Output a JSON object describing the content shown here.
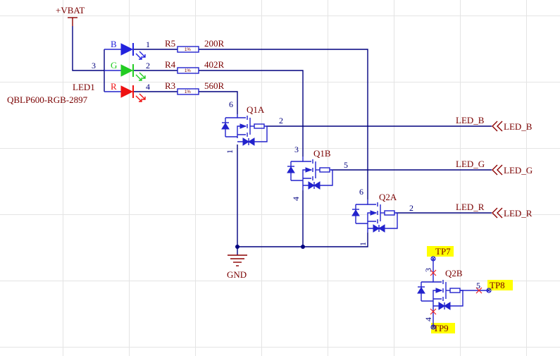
{
  "power": {
    "vbat": "+VBAT",
    "gnd": "GND"
  },
  "led": {
    "designator": "LED1",
    "part": "QBLP600-RGB-2897",
    "common_pin": "3",
    "channels": [
      {
        "letter": "B",
        "pin": "1",
        "color": "#2222dd"
      },
      {
        "letter": "G",
        "pin": "2",
        "color": "#22cc22"
      },
      {
        "letter": "R",
        "pin": "4",
        "color": "#ee1111"
      }
    ]
  },
  "resistors": [
    {
      "ref": "R5",
      "value": "200R",
      "tol": "1%"
    },
    {
      "ref": "R4",
      "value": "402R",
      "tol": "1%"
    },
    {
      "ref": "R3",
      "value": "560R",
      "tol": "1%"
    }
  ],
  "mosfets": [
    {
      "ref": "Q1A",
      "drain": "6",
      "gate": "2",
      "source": "1"
    },
    {
      "ref": "Q1B",
      "drain": "3",
      "gate": "5",
      "source": "4"
    },
    {
      "ref": "Q2A",
      "drain": "6",
      "gate": "2",
      "source": "1"
    },
    {
      "ref": "Q2B",
      "drain": "3",
      "gate": "5",
      "source": "4"
    }
  ],
  "nets": [
    {
      "label": "LED_B",
      "port": "LED_B"
    },
    {
      "label": "LED_G",
      "port": "LED_G"
    },
    {
      "label": "LED_R",
      "port": "LED_R"
    }
  ],
  "testpoints": [
    "TP7",
    "TP8",
    "TP9"
  ],
  "colors": {
    "wire": "#00007f",
    "component": "#2222cc",
    "text": "#7a0000",
    "highlight": "#ffff00"
  }
}
